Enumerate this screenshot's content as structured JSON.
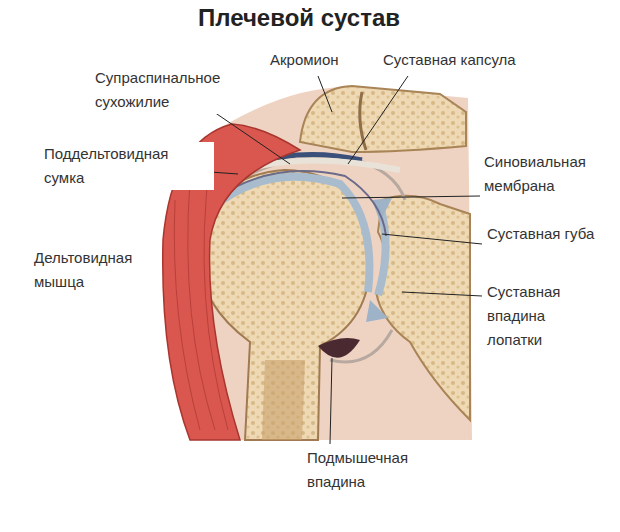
{
  "diagram": {
    "title": "Плечевой сустав",
    "labels": [
      "Акромион",
      "Суставная капсула",
      "Супраспинальное сухожилие",
      "Поддельтовидная сумка",
      "Синовиальная мембрана",
      "Дельтовидная мышца",
      "Суставная губа",
      "Суставная впадина лопатки",
      "Подмышечная впадина"
    ]
  }
}
